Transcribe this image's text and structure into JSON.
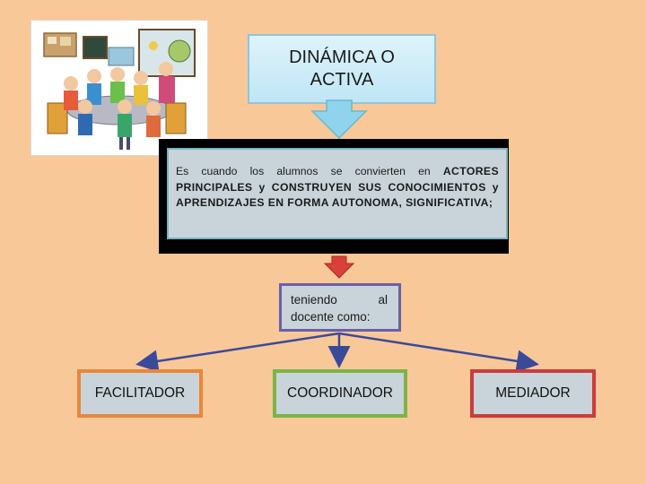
{
  "title": "DINÁMICA O\nACTIVA",
  "definition": {
    "lead": "Es cuando los alumnos se convierten en ",
    "bold": "ACTORES PRINCIPALES y CONSTRUYEN SUS CONOCIMIENTOS y APRENDIZAJES EN FORMA AUTONOMA, SIGNIFICATIVA;"
  },
  "connector": "teniendo al docente como:",
  "roles": [
    "FACILITADOR",
    "COORDINADOR",
    "MEDIADOR"
  ],
  "colors": {
    "background": "#f9c898",
    "title_fill": "#bfe6f5",
    "arrow_blue": "#8fd3ec",
    "arrow_red": "#d9403a",
    "connector_border": "#6b5fa8",
    "branch_lines": "#3a4a9a",
    "facilitador_border": "#e8873a",
    "coordinador_border": "#7db447",
    "mediador_border": "#cc3c3c"
  },
  "illustration": "classroom-students-illustration"
}
